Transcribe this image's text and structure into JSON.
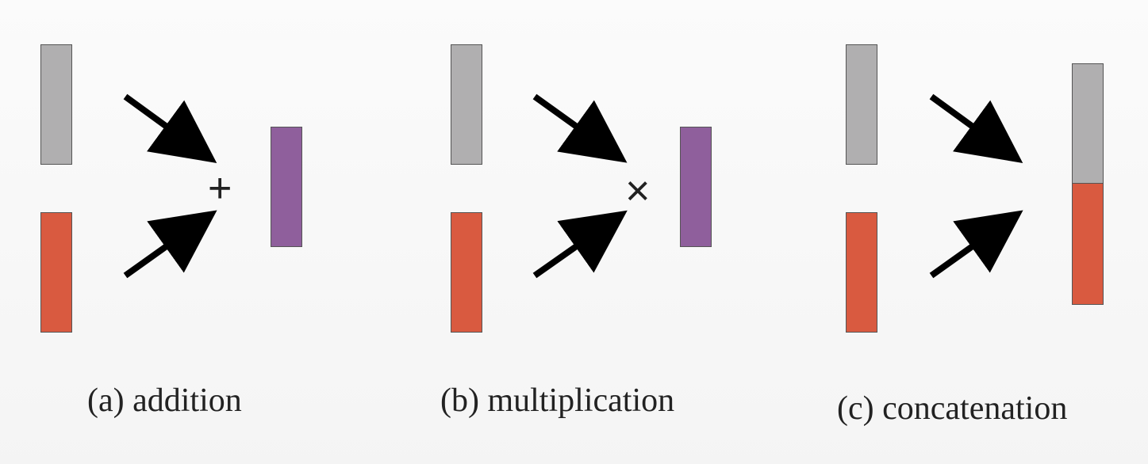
{
  "colors": {
    "gray": "#b0afb0",
    "red": "#d95a40",
    "purple": "#8f5f9c",
    "arrow": "#000000"
  },
  "panels": {
    "addition": {
      "caption": "(a) addition",
      "operator": "+"
    },
    "multiplication": {
      "caption": "(b) multiplication",
      "operator": "×"
    },
    "concatenation": {
      "caption": "(c) concatenation",
      "operator": ""
    }
  }
}
